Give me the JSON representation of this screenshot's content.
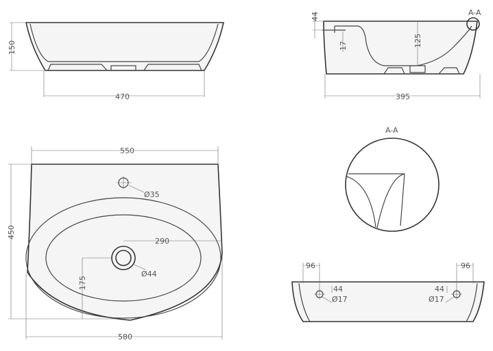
{
  "front_view": {
    "height": "150",
    "base_width": "470"
  },
  "side_view": {
    "tap_offset": "44",
    "overflow_dim": "17",
    "depth": "125",
    "length": "395",
    "section_marker": "A-A"
  },
  "top_view": {
    "top_width": "550",
    "tap_hole": "Ø35",
    "height": "450",
    "bowl_width": "290",
    "drain": "Ø44",
    "drain_offset": "175",
    "total_width": "580"
  },
  "detail_view": {
    "label": "A-A"
  },
  "bottom_view": {
    "left_offset": "96",
    "right_offset": "96",
    "left_hole_offset": "44",
    "right_hole_offset": "44",
    "left_hole_dia": "Ø17",
    "right_hole_dia": "Ø17"
  }
}
